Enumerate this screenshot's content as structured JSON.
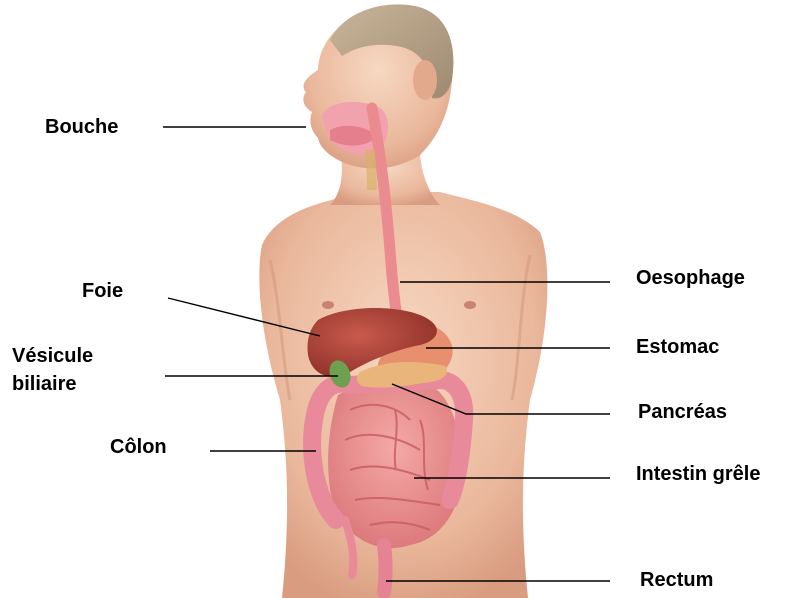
{
  "diagram": {
    "labels": {
      "bouche": "Bouche",
      "foie": "Foie",
      "vesicule_line1": "Vésicule",
      "vesicule_line2": "biliaire",
      "colon": "Côlon",
      "oesophage": "Oesophage",
      "estomac": "Estomac",
      "pancreas": "Pancréas",
      "intestin_grele": "Intestin grêle",
      "rectum": "Rectum"
    }
  }
}
